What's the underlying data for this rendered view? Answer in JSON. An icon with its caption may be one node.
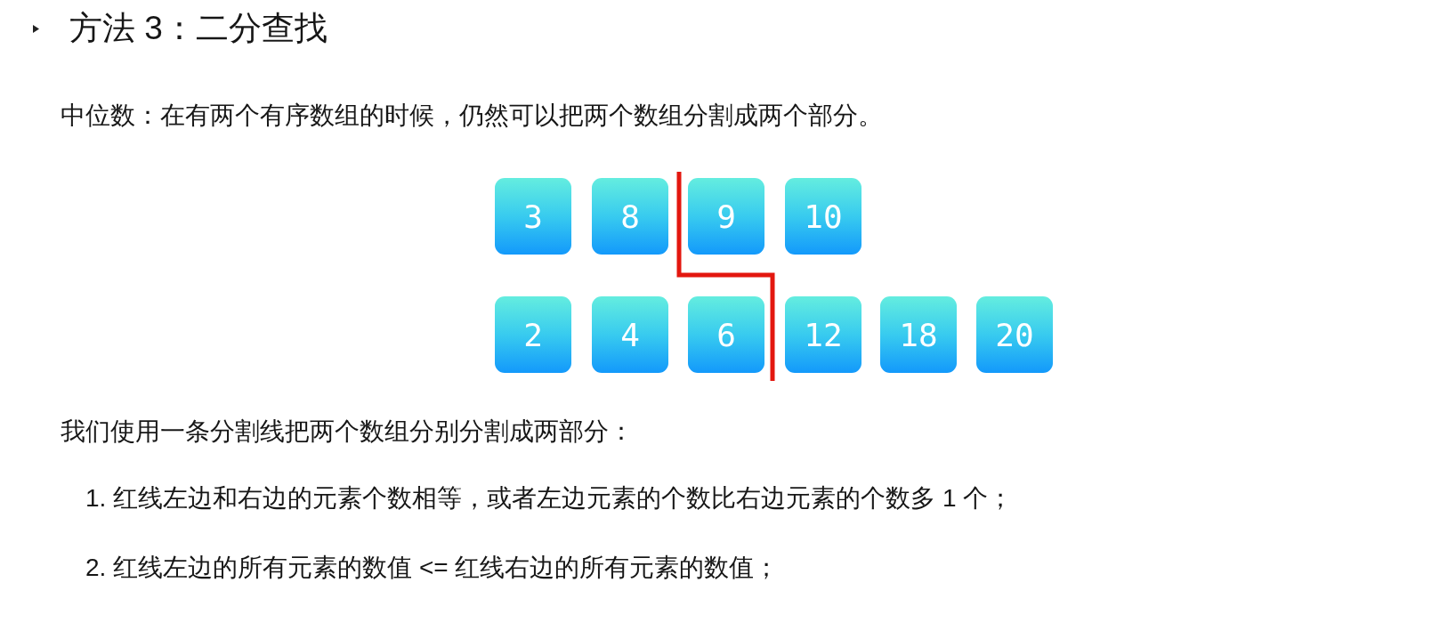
{
  "diagram": {
    "title": "方法 3：二分查找",
    "nodes": [
      {
        "text": [
          "3"
        ]
      },
      {
        "text": [
          "8"
        ]
      },
      {
        "text": [
          "9"
        ]
      },
      {
        "text": [
          "10"
        ]
      },
      {
        "text": [
          "2"
        ]
      },
      {
        "text": [
          "4"
        ]
      },
      {
        "text": [
          "6"
        ]
      },
      {
        "text": [
          "12"
        ]
      },
      {
        "text": [
          "18"
        ]
      },
      {
        "text": [
          "20"
        ]
      }
    ],
    "labels": [
      "中位数：在有两个有序数组的时候，仍然可以把两个数组分割成两个部分。",
      "我们使用一条分割线把两个数组分别分割成两部分：",
      "1. 红线左边和右边的元素个数相等，或者左边元素的个数比右边元素的个数多 1 个；",
      "2. 红线左边的所有元素的数值 <= 红线右边的所有元素的数值；"
    ]
  }
}
